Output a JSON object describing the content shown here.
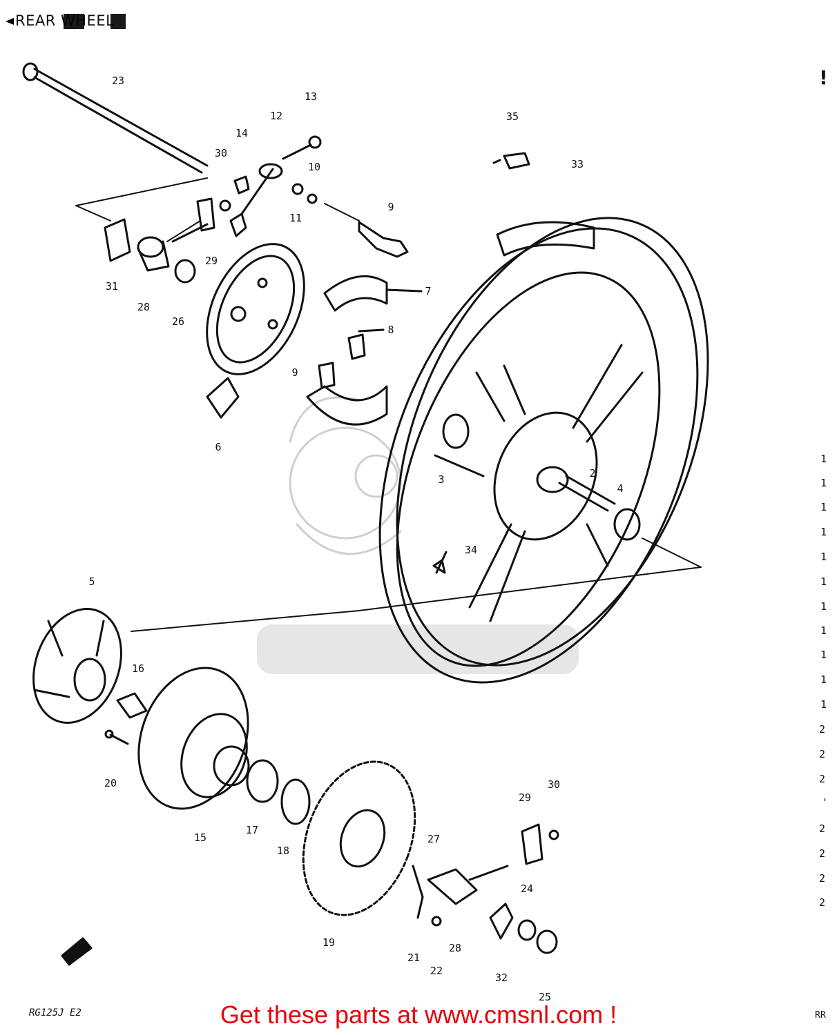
{
  "header": {
    "title": "REAR WHEEL"
  },
  "diagram": {
    "callouts": [
      {
        "id": "c23",
        "label": "23"
      },
      {
        "id": "c13",
        "label": "13"
      },
      {
        "id": "c12",
        "label": "12"
      },
      {
        "id": "c14",
        "label": "14"
      },
      {
        "id": "c30",
        "label": "30"
      },
      {
        "id": "c10",
        "label": "10"
      },
      {
        "id": "c11",
        "label": "11"
      },
      {
        "id": "c9a",
        "label": "9"
      },
      {
        "id": "c35",
        "label": "35"
      },
      {
        "id": "c33",
        "label": "33"
      },
      {
        "id": "c29a",
        "label": "29"
      },
      {
        "id": "c31",
        "label": "31"
      },
      {
        "id": "c28a",
        "label": "28"
      },
      {
        "id": "c26",
        "label": "26"
      },
      {
        "id": "c7",
        "label": "7"
      },
      {
        "id": "c8",
        "label": "8"
      },
      {
        "id": "c9b",
        "label": "9"
      },
      {
        "id": "c6",
        "label": "6"
      },
      {
        "id": "c3",
        "label": "3"
      },
      {
        "id": "c2",
        "label": "2"
      },
      {
        "id": "c4",
        "label": "4"
      },
      {
        "id": "c34",
        "label": "34"
      },
      {
        "id": "c5",
        "label": "5"
      },
      {
        "id": "c16",
        "label": "16"
      },
      {
        "id": "c20",
        "label": "20"
      },
      {
        "id": "c15",
        "label": "15"
      },
      {
        "id": "c17",
        "label": "17"
      },
      {
        "id": "c18",
        "label": "18"
      },
      {
        "id": "c19",
        "label": "19"
      },
      {
        "id": "c27",
        "label": "27"
      },
      {
        "id": "c29b",
        "label": "29"
      },
      {
        "id": "c30b",
        "label": "30"
      },
      {
        "id": "c24",
        "label": "24"
      },
      {
        "id": "c21",
        "label": "21"
      },
      {
        "id": "c22",
        "label": "22"
      },
      {
        "id": "c28b",
        "label": "28"
      },
      {
        "id": "c32",
        "label": "32"
      },
      {
        "id": "c25",
        "label": "25"
      }
    ],
    "margin_ticks": [
      "1",
      "1",
      "1",
      "1",
      "1",
      "1",
      "1",
      "1",
      "1",
      "1",
      "1",
      "2",
      "2",
      "2",
      "'",
      "2",
      "2",
      "2",
      "2"
    ]
  },
  "footer": {
    "model_code": "RG125J E2",
    "cta": "Get these parts at www.cmsnl.com !",
    "corner_code": "RR",
    "top_right_mark": "!"
  }
}
